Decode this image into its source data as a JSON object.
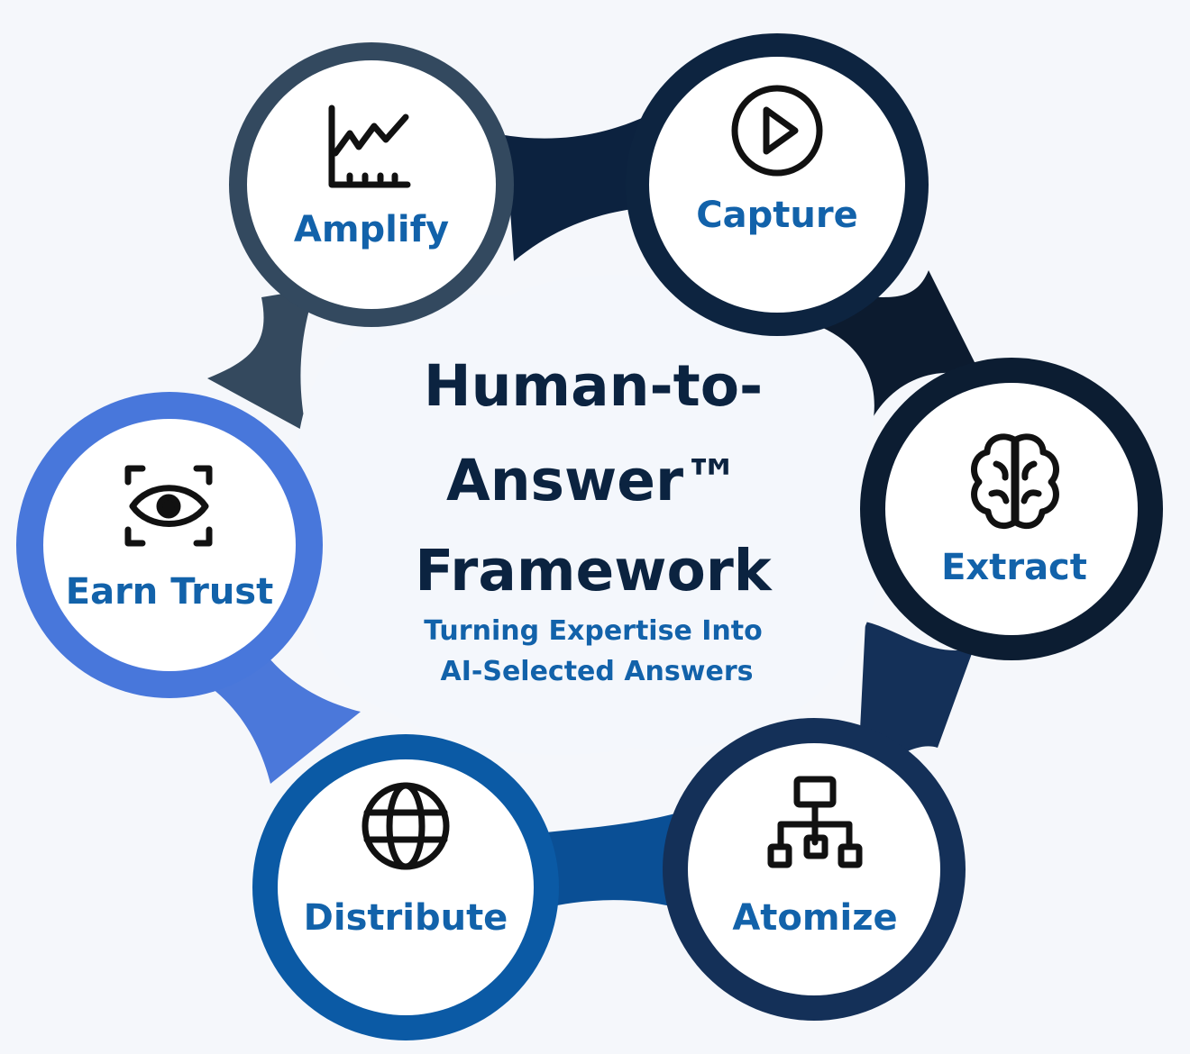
{
  "diagram": {
    "title_lines": [
      "Human-to-",
      "Answer™",
      "Framework"
    ],
    "subtitle_lines": [
      "Turning Expertise Into",
      "AI-Selected Answers"
    ],
    "nodes": [
      {
        "key": "amplify",
        "label": "Amplify",
        "icon": "line-chart-icon",
        "ring_color": "#33495f"
      },
      {
        "key": "capture",
        "label": "Capture",
        "icon": "play-circle-icon",
        "ring_color": "#0d2440"
      },
      {
        "key": "extract",
        "label": "Extract",
        "icon": "brain-icon",
        "ring_color": "#0c1d32"
      },
      {
        "key": "atomize",
        "label": "Atomize",
        "icon": "hierarchy-icon",
        "ring_color": "#143058"
      },
      {
        "key": "distribute",
        "label": "Distribute",
        "icon": "globe-icon",
        "ring_color": "#0b5aa5"
      },
      {
        "key": "earn-trust",
        "label": "Earn Trust",
        "icon": "eye-scan-icon",
        "ring_color": "#4877db"
      }
    ],
    "colors": {
      "background": "#f5f7fb",
      "label_blue": "#1262aa",
      "title_navy": "#0b2340"
    }
  }
}
